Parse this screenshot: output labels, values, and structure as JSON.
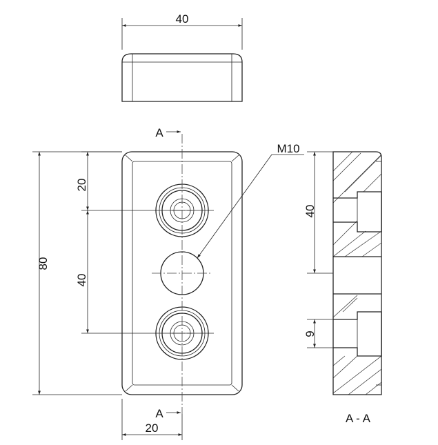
{
  "dimensions": {
    "top_width": "40",
    "height_total": "80",
    "hole_top_offset": "20",
    "hole_spacing": "40",
    "bottom_width": "20",
    "thread": "M10",
    "section_spacing": "40",
    "counterbore_depth": "9"
  },
  "section": {
    "marker": "A",
    "label": "A - A"
  },
  "colors": {
    "line": "#222222",
    "background": "#ffffff"
  }
}
